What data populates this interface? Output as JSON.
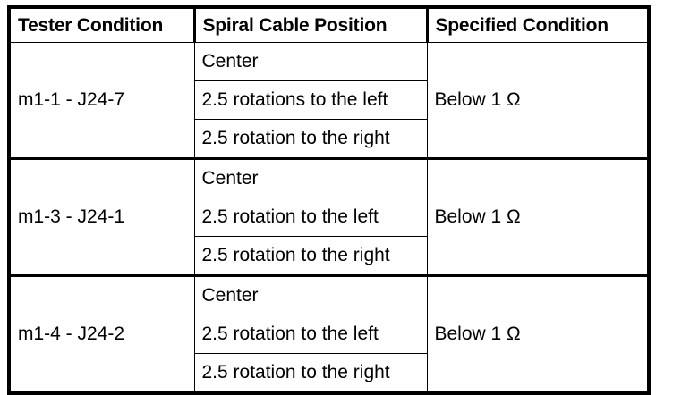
{
  "document": {
    "type": "specification-table",
    "columns": [
      {
        "key": "tester_condition",
        "label": "Tester Condition"
      },
      {
        "key": "spiral_cable_position",
        "label": "Spiral Cable Position"
      },
      {
        "key": "specified_condition",
        "label": "Specified Condition"
      }
    ],
    "groups": [
      {
        "tester_condition": "m1-1 - J24-7",
        "specified_condition": "Below 1 Ω",
        "positions": [
          "Center",
          "2.5 rotations to the left",
          "2.5 rotation to the right"
        ]
      },
      {
        "tester_condition": "m1-3 - J24-1",
        "specified_condition": "Below 1 Ω",
        "positions": [
          "Center",
          "2.5 rotation to the left",
          "2.5 rotation to the right"
        ]
      },
      {
        "tester_condition": "m1-4 - J24-2",
        "specified_condition": "Below 1 Ω",
        "positions": [
          "Center",
          "2.5 rotation to the left",
          "2.5 rotation to the right"
        ]
      }
    ]
  },
  "colors": {
    "ink": "#000000",
    "paper": "#ffffff"
  }
}
